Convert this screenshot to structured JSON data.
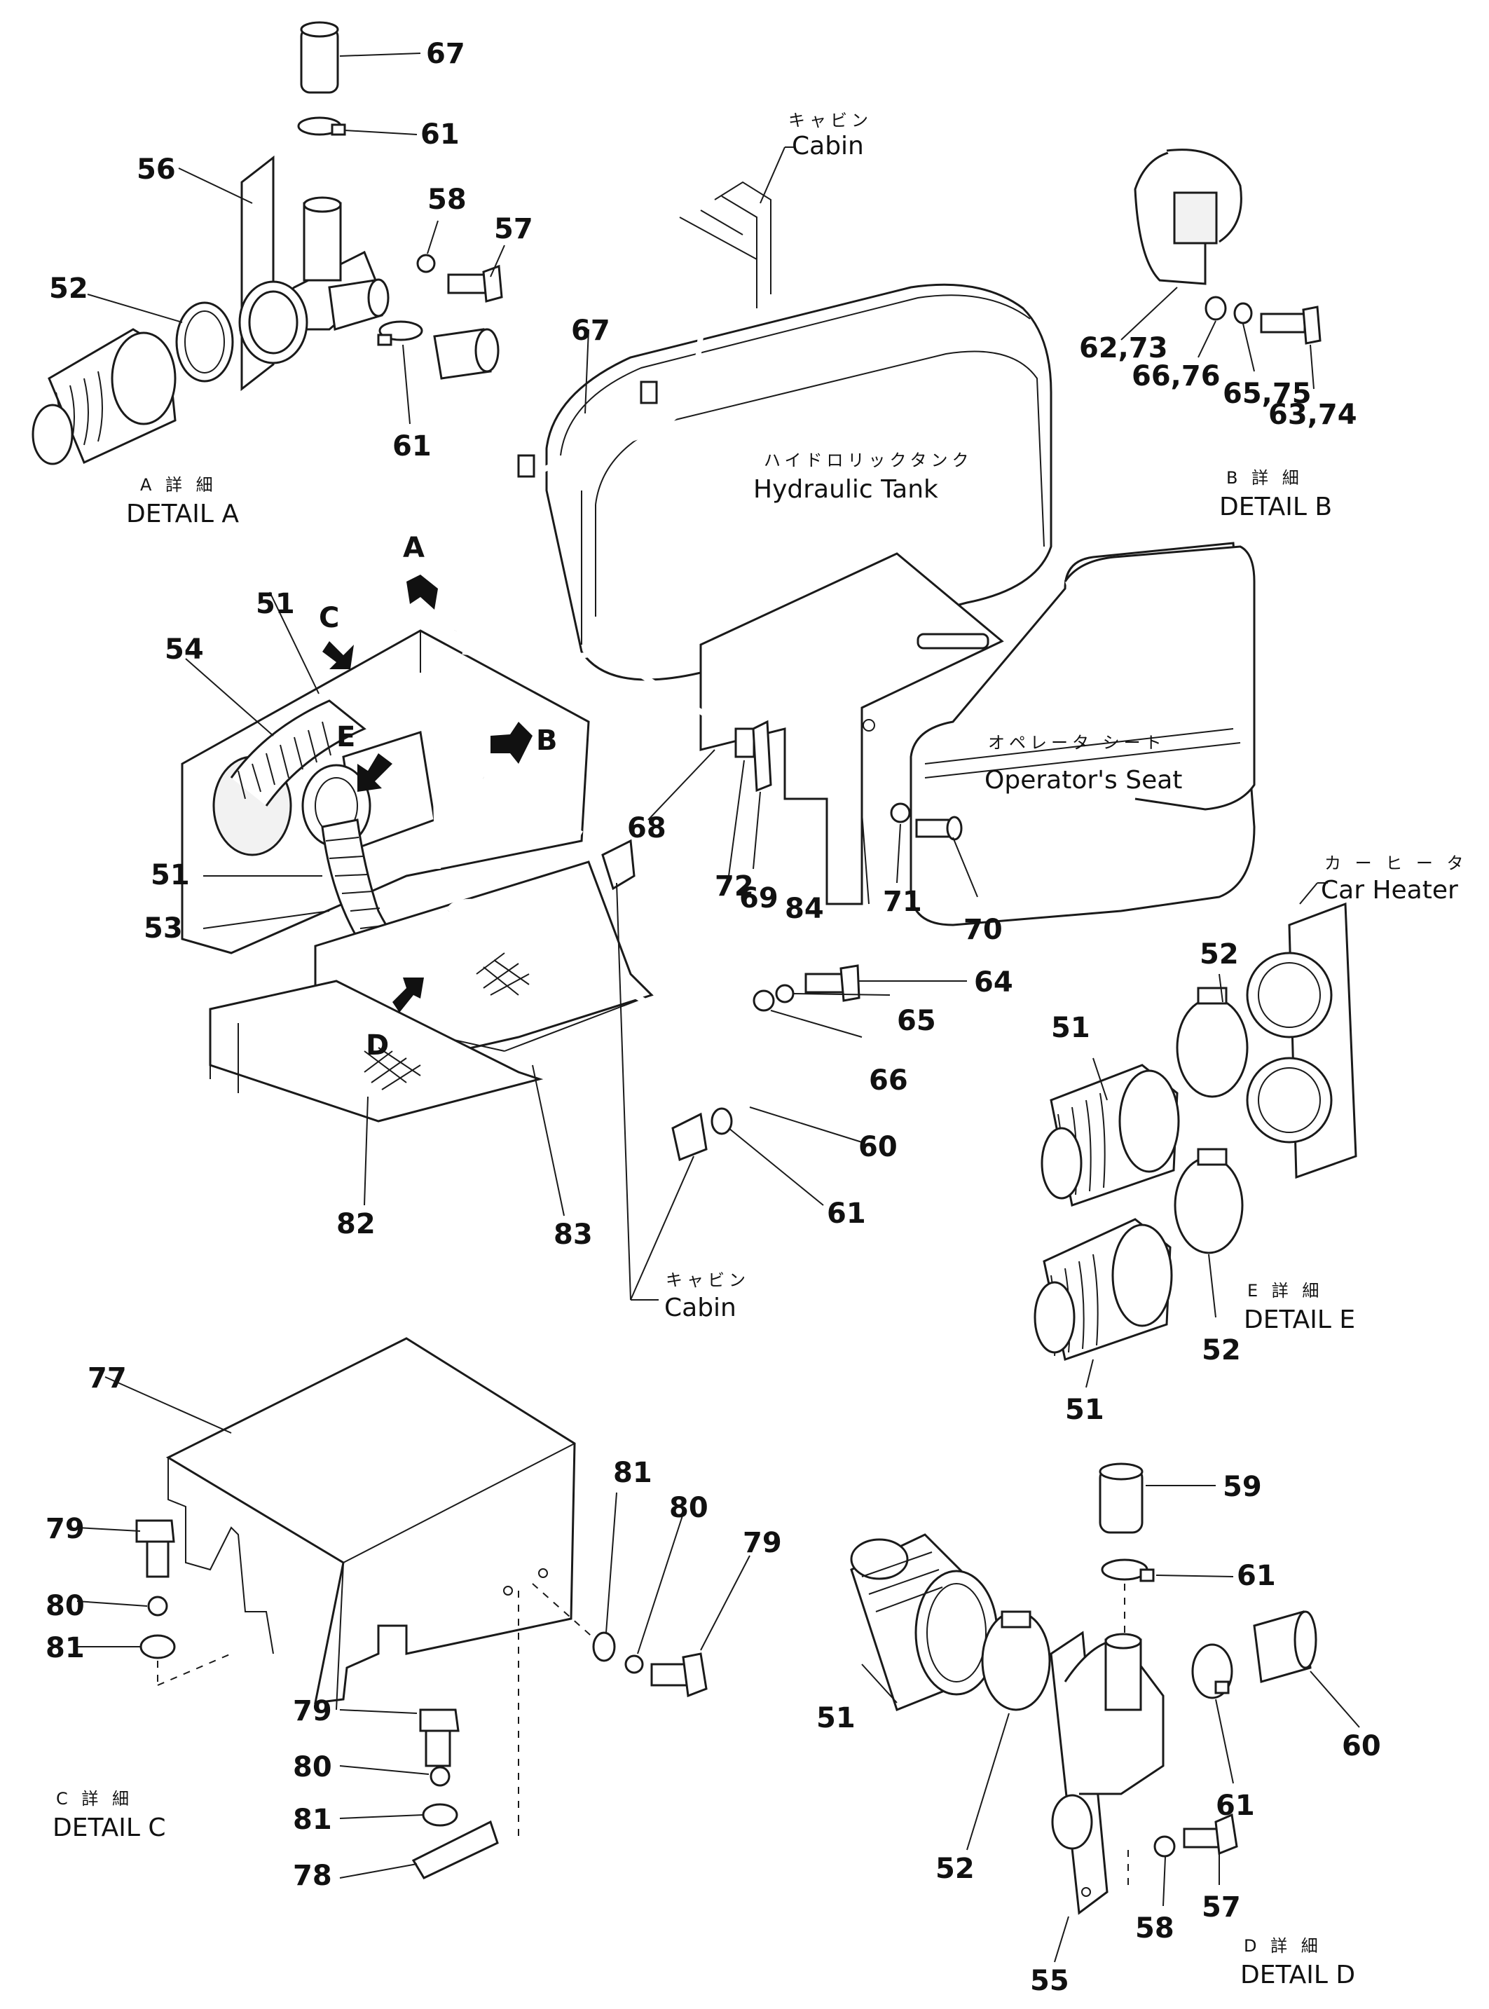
{
  "detail_labels": {
    "a_jp": "A 詳 細",
    "a": "DETAIL A",
    "b_jp": "B 詳 細",
    "b": "DETAIL B",
    "c_jp": "C 詳 細",
    "c": "DETAIL C",
    "d_jp": "D 詳 細",
    "d": "DETAIL D",
    "e_jp": "E 詳 細",
    "e": "DETAIL E"
  },
  "component_labels": {
    "cabin_top_jp": "キャビン",
    "cabin_top": "Cabin",
    "cabin_bottom_jp": "キャビン",
    "cabin_bottom": "Cabin",
    "tank_jp": "ハイドロリックタンク",
    "tank": "Hydraulic Tank",
    "seat_jp": "オペレータ シート",
    "seat": "Operator's Seat",
    "heater_jp": "カ ー ヒ ー タ",
    "heater": "Car Heater"
  },
  "view_markers": {
    "a": "A",
    "b": "B",
    "c": "C",
    "d": "D",
    "e": "E"
  },
  "part_numbers": {
    "p67a": "67",
    "p61a": "61",
    "p56": "56",
    "p58a": "58",
    "p57a": "57",
    "p52a": "52",
    "p61b": "61",
    "p67b": "67",
    "p62": "62,73",
    "p66b": "66,76",
    "p65b": "65,75",
    "p63": "63,74",
    "p51a": "51",
    "p54": "54",
    "p51b": "51",
    "p53": "53",
    "p68": "68",
    "p72": "72",
    "p69": "69",
    "p84": "84",
    "p71": "71",
    "p70": "70",
    "p64": "64",
    "p65": "65",
    "p66": "66",
    "p60a": "60",
    "p61c": "61",
    "p82": "82",
    "p83": "83",
    "p52e1": "52",
    "p51e1": "51",
    "p52e2": "52",
    "p51e2": "51",
    "p77": "77",
    "p79a": "79",
    "p80a": "80",
    "p81a": "81",
    "p81b": "81",
    "p80b": "80",
    "p79b": "79",
    "p79c": "79",
    "p80c": "80",
    "p81c": "81",
    "p78": "78",
    "p59": "59",
    "p61d": "61",
    "p51d": "51",
    "p60d": "60",
    "p52d": "52",
    "p61e": "61",
    "p57d": "57",
    "p58d": "58",
    "p55": "55"
  }
}
